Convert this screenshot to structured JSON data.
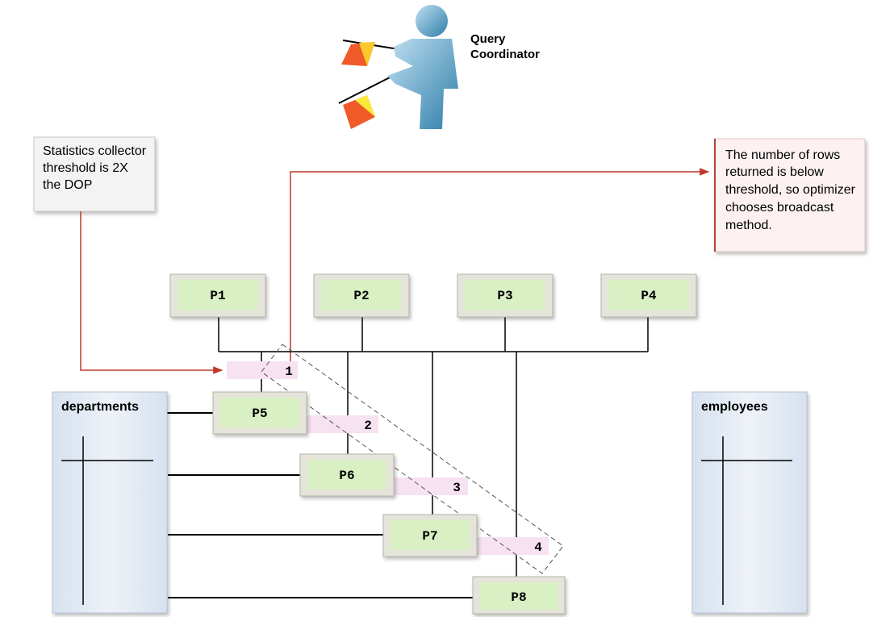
{
  "coordinator": {
    "label_line1": "Query",
    "label_line2": "Coordinator"
  },
  "notes": {
    "left": [
      "Statistics collector",
      "threshold is 2X",
      "the DOP"
    ],
    "right": [
      "The number of rows",
      "returned is below",
      "threshold, so optimizer",
      "chooses broadcast",
      "method."
    ]
  },
  "producers": {
    "p1": "P1",
    "p2": "P2",
    "p3": "P3",
    "p4": "P4"
  },
  "consumers": {
    "p5": "P5",
    "p6": "P6",
    "p7": "P7",
    "p8": "P8"
  },
  "steps": {
    "s1": "1",
    "s2": "2",
    "s3": "3",
    "s4": "4"
  },
  "tables": {
    "left": "departments",
    "right": "employees"
  },
  "colors": {
    "arrow": "#c0392b",
    "process_fill": "#d9efc4",
    "process_border": "#b5b5a8",
    "step_fill": "#f6e2f1",
    "table_fill": "#e6ecf5",
    "note_left_fill": "#f3f3f3",
    "note_right_fill": "#fdf1f1",
    "note_right_border": "#b2413b"
  }
}
